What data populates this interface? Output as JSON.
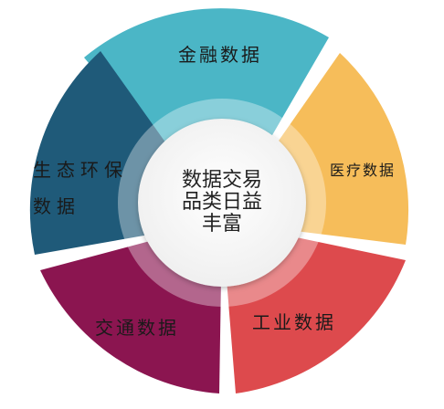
{
  "center": {
    "lines": [
      "数据交易",
      "品类日益",
      "丰富"
    ]
  },
  "segments": [
    {
      "label": "金融数据",
      "color": "#4bb6c6"
    },
    {
      "label": "医疗数据",
      "color": "#f6bd5a"
    },
    {
      "label": "工业数据",
      "color": "#dd4a4d"
    },
    {
      "label": "交通数据",
      "color": "#8b1550"
    },
    {
      "label_line1": "生态环保",
      "label_line2": "数据",
      "color": "#1f5a79"
    }
  ]
}
